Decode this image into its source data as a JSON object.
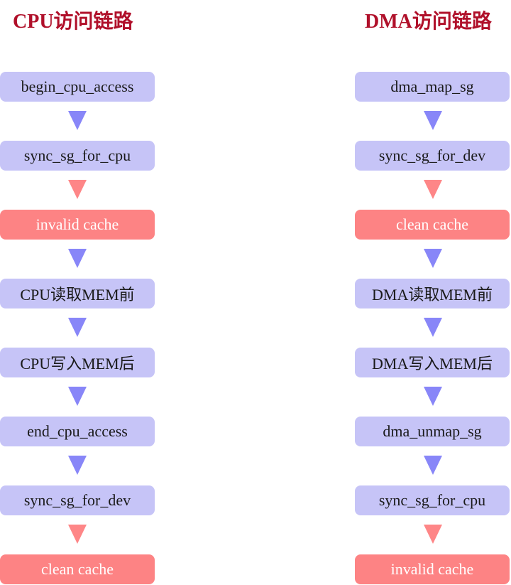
{
  "left": {
    "title": "CPU访问链路",
    "steps": [
      {
        "label": "begin_cpu_access",
        "color": "blue"
      },
      {
        "label": "sync_sg_for_cpu",
        "color": "blue"
      },
      {
        "label": "invalid cache",
        "color": "red"
      },
      {
        "label": "CPU读取MEM前",
        "color": "blue"
      },
      {
        "label": "CPU写入MEM后",
        "color": "blue"
      },
      {
        "label": "end_cpu_access",
        "color": "blue"
      },
      {
        "label": "sync_sg_for_dev",
        "color": "blue"
      },
      {
        "label": "clean cache",
        "color": "red"
      }
    ]
  },
  "right": {
    "title": "DMA访问链路",
    "steps": [
      {
        "label": "dma_map_sg",
        "color": "blue"
      },
      {
        "label": "sync_sg_for_dev",
        "color": "blue"
      },
      {
        "label": "clean cache",
        "color": "red"
      },
      {
        "label": "DMA读取MEM前",
        "color": "blue"
      },
      {
        "label": "DMA写入MEM后",
        "color": "blue"
      },
      {
        "label": "dma_unmap_sg",
        "color": "blue"
      },
      {
        "label": "sync_sg_for_cpu",
        "color": "blue"
      },
      {
        "label": "invalid cache",
        "color": "red"
      }
    ]
  },
  "colors": {
    "title": "#b0102a",
    "blue_box": "#c6c4f7",
    "red_box": "#fd8384",
    "blue_arrow": "#8886f8",
    "red_arrow": "#fe8687"
  }
}
